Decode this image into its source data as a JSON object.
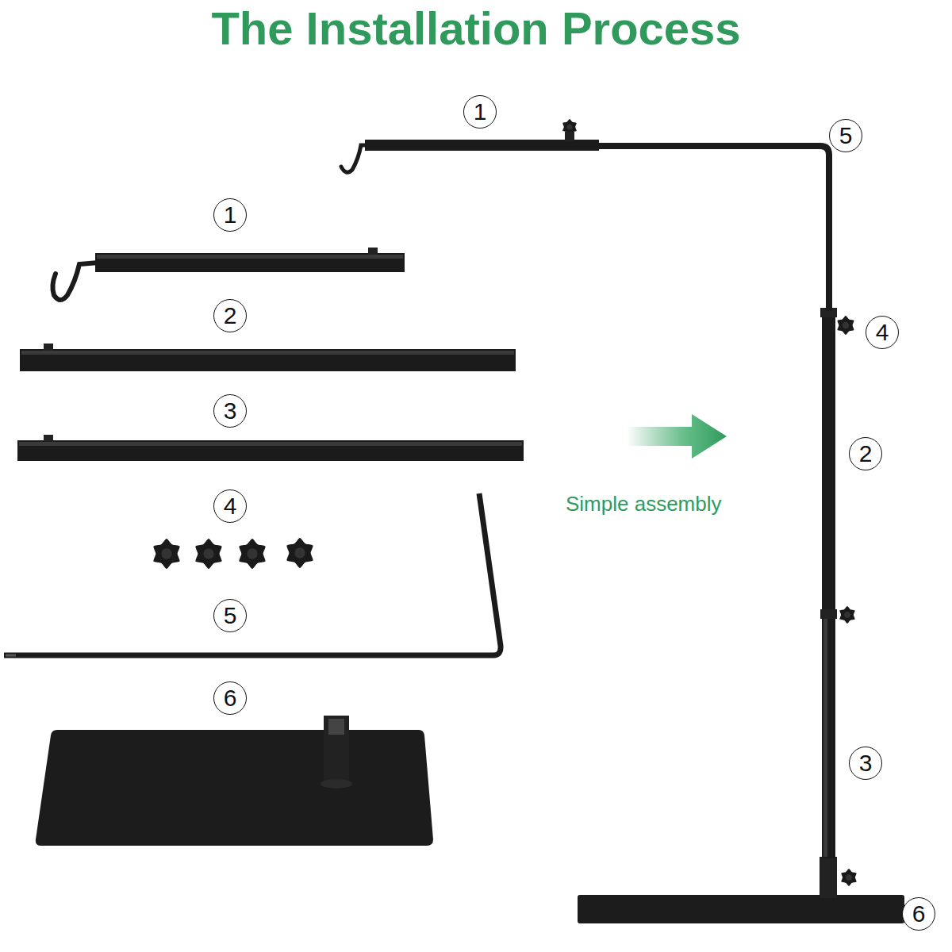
{
  "diagram": {
    "title": "The Installation Process",
    "labels": [
      "1",
      "2",
      "3",
      "4",
      "5",
      "6",
      "Simple assembly",
      "1",
      "5",
      "4",
      "2",
      "3",
      "6"
    ]
  }
}
